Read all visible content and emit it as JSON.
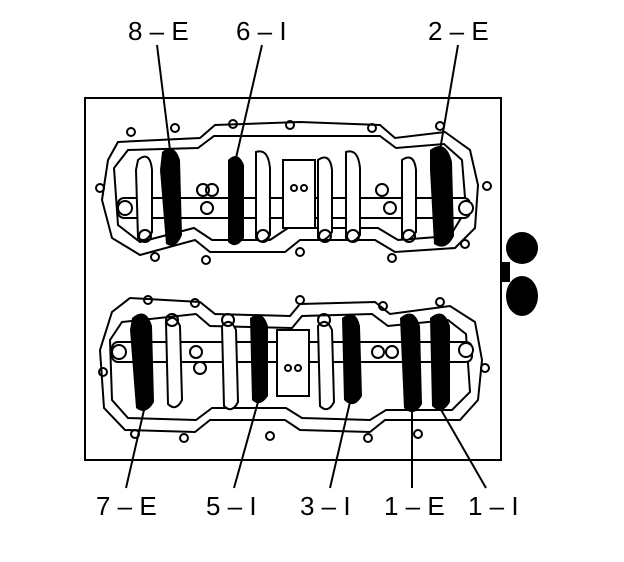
{
  "colors": {
    "ink": "#000000",
    "background": "#ffffff"
  },
  "labels": {
    "l8e": "8 – E",
    "l6i": "6 – I",
    "l2e": "2 – E",
    "l7e": "7 – E",
    "l5i": "5 – I",
    "l3i": "3 – I",
    "l1e": "1 – E",
    "l1i": "1 – I"
  }
}
